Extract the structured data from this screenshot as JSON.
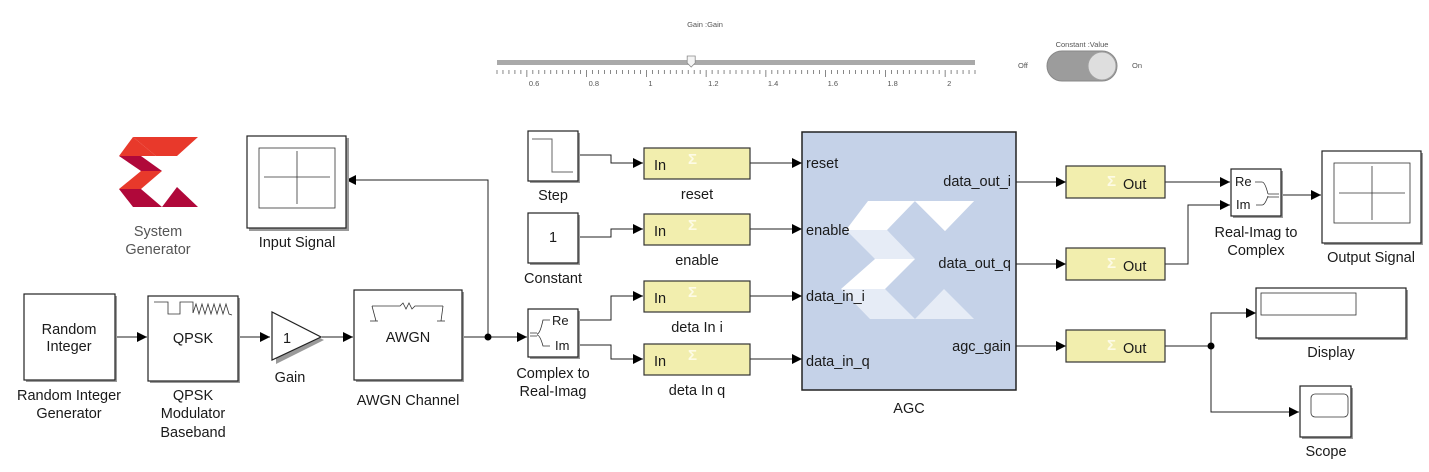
{
  "dashboard": {
    "gain_slider": {
      "label": "Gain :Gain",
      "min": 0.5,
      "max": 2.1,
      "value": 1.15,
      "tick_labels": [
        "0.6",
        "0.8",
        "1",
        "1.2",
        "1.4",
        "1.6",
        "1.8",
        "2"
      ]
    },
    "constant_switch": {
      "label": "Constant :Value",
      "off_label": "Off",
      "on_label": "On",
      "state": "on"
    }
  },
  "logo": {
    "line1": "System",
    "line2": "Generator",
    "colors": {
      "primary": "#e8392b",
      "secondary": "#b0083a"
    }
  },
  "blocks": {
    "random_integer": {
      "icon_line1": "Random",
      "icon_line2": "Integer",
      "label_line1": "Random Integer",
      "label_line2": "Generator"
    },
    "qpsk": {
      "icon_text": "QPSK",
      "label_line1": "QPSK",
      "label_line2": "Modulator",
      "label_line3": "Baseband"
    },
    "gain": {
      "icon_text": "1",
      "label": "Gain"
    },
    "awgn": {
      "icon_text": "AWGN",
      "label": "AWGN Channel"
    },
    "input_signal": {
      "label": "Input Signal"
    },
    "complex_to_real_imag": {
      "port_re": "Re",
      "port_im": "Im",
      "label_line1": "Complex to",
      "label_line2": "Real-Imag"
    },
    "step": {
      "label": "Step"
    },
    "constant": {
      "icon_text": "1",
      "label": "Constant"
    },
    "gateway_in": [
      {
        "icon_text": "In",
        "label": "reset"
      },
      {
        "icon_text": "In",
        "label": "enable"
      },
      {
        "icon_text": "In",
        "label": "deta In i"
      },
      {
        "icon_text": "In",
        "label": "deta In q"
      }
    ],
    "agc": {
      "label": "AGC",
      "inputs": [
        "reset",
        "enable",
        "data_in_i",
        "data_in_q"
      ],
      "outputs": [
        "data_out_i",
        "data_out_q",
        "agc_gain"
      ],
      "fill": "#c5d2e8"
    },
    "gateway_out": [
      {
        "icon_text": "Out"
      },
      {
        "icon_text": "Out"
      },
      {
        "icon_text": "Out"
      }
    ],
    "real_imag_to_complex": {
      "port_re": "Re",
      "port_im": "Im",
      "label_line1": "Real-Imag to",
      "label_line2": "Complex"
    },
    "output_signal": {
      "label": "Output Signal"
    },
    "display": {
      "label": "Display"
    },
    "scope": {
      "label": "Scope"
    }
  }
}
